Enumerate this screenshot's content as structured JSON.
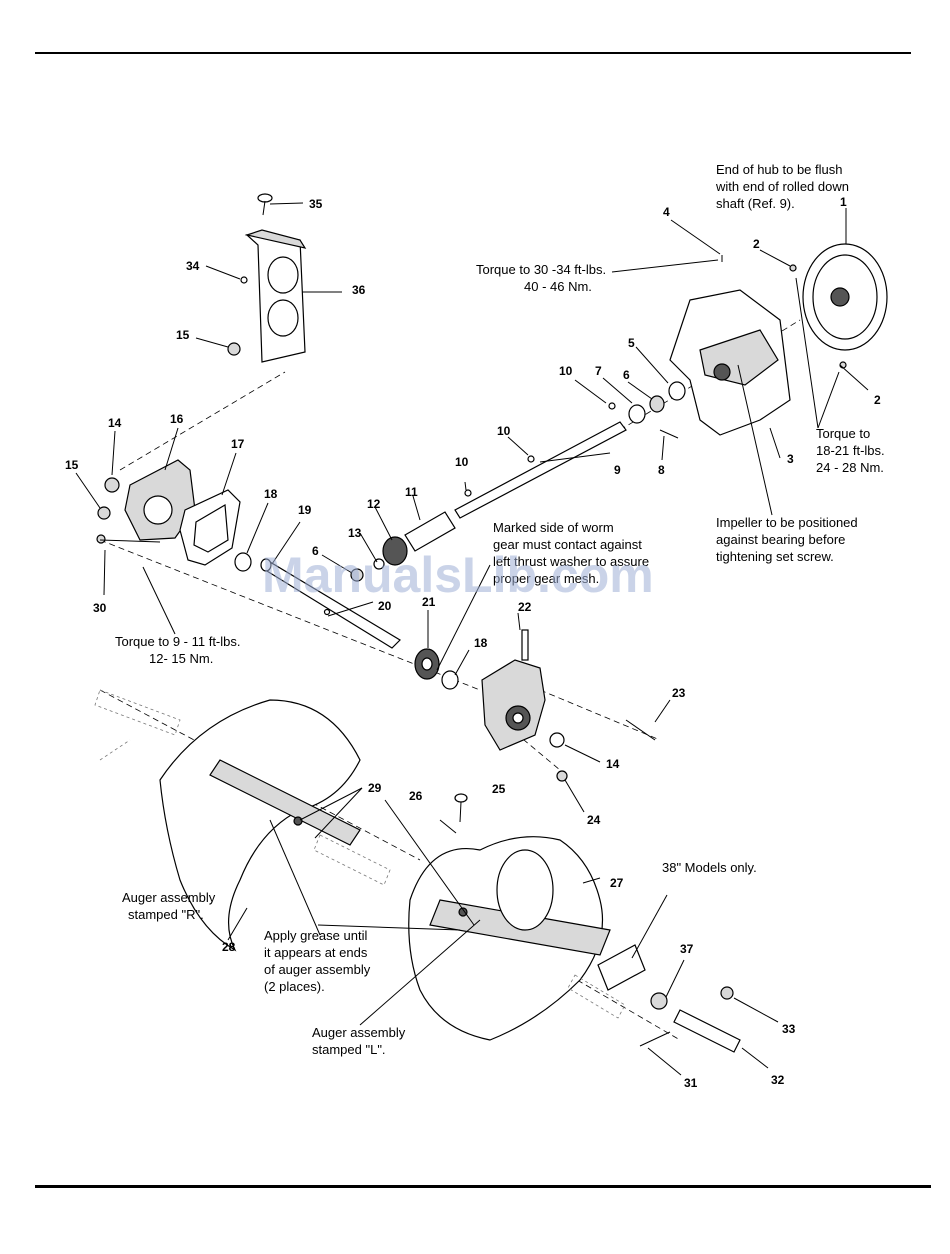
{
  "watermark": "ManualsLib.com",
  "refs": [
    "1",
    "2",
    "2",
    "3",
    "4",
    "5",
    "6",
    "7",
    "8",
    "9",
    "10",
    "10",
    "10",
    "11",
    "12",
    "13",
    "6",
    "14",
    "15",
    "16",
    "17",
    "18",
    "19",
    "20",
    "21",
    "18",
    "22",
    "23",
    "14",
    "24",
    "15",
    "30",
    "35",
    "34",
    "36",
    "15",
    "29",
    "26",
    "25",
    "27",
    "28",
    "37",
    "33",
    "31",
    "32"
  ],
  "notes": {
    "hub_flush": [
      "End of hub to be flush",
      "with end of rolled down",
      "shaft (Ref. 9)."
    ],
    "torque_30": [
      "Torque to 30 -34 ft-lbs.",
      "40 - 46 Nm."
    ],
    "torque_18": [
      "Torque to",
      "18-21 ft-lbs.",
      "24 - 28 Nm."
    ],
    "impeller": [
      "Impeller to be positioned",
      "against bearing before",
      "tightening set screw."
    ],
    "worm_gear": [
      "Marked side of worm",
      "gear must contact against",
      "left thrust washer to assure",
      "proper gear mesh."
    ],
    "torque_9": [
      "Torque to 9 - 11 ft-lbs.",
      "12- 15 Nm."
    ],
    "models_38": [
      "38\" Models only."
    ],
    "auger_r": [
      "Auger assembly",
      "stamped \"R\"."
    ],
    "grease": [
      "Apply grease until",
      "it appears at ends",
      "of auger assembly",
      "(2 places)."
    ],
    "auger_l": [
      "Auger assembly",
      "stamped \"L\"."
    ]
  }
}
